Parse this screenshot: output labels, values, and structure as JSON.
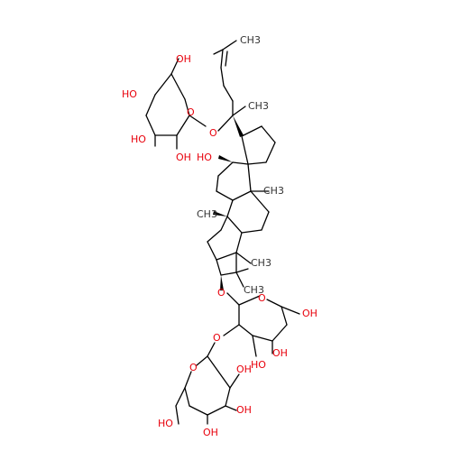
{
  "colors": {
    "oxygen": "#e8000b",
    "carbon": "#333333",
    "bond": "#000000"
  },
  "labels": {
    "me_a": "CH3",
    "sugar1_ch2oh": "OH",
    "sugar1_ho4": "HO",
    "sugar1_ho3": "HO",
    "sugar1_oh2": "OH",
    "sugar1_ring_o": "O",
    "glyco_o1": "O",
    "me_side": "CH3",
    "ho12": "HO",
    "me14": "CH3",
    "me10": "CH3",
    "me4a": "CH3",
    "me4b": "CH3",
    "glyco_o3": "O",
    "sugar2_ring_o": "O",
    "sugar2_ch2oh": "OH",
    "glyco_o2": "O",
    "sugar2_oh4": "OH",
    "sugar2_ho3": "HO",
    "sugar3_ring_o": "O",
    "sugar3_oh2": "OH",
    "sugar3_ch2oh": "HO",
    "sugar3_oh3": "OH",
    "sugar3_oh4": "OH"
  }
}
